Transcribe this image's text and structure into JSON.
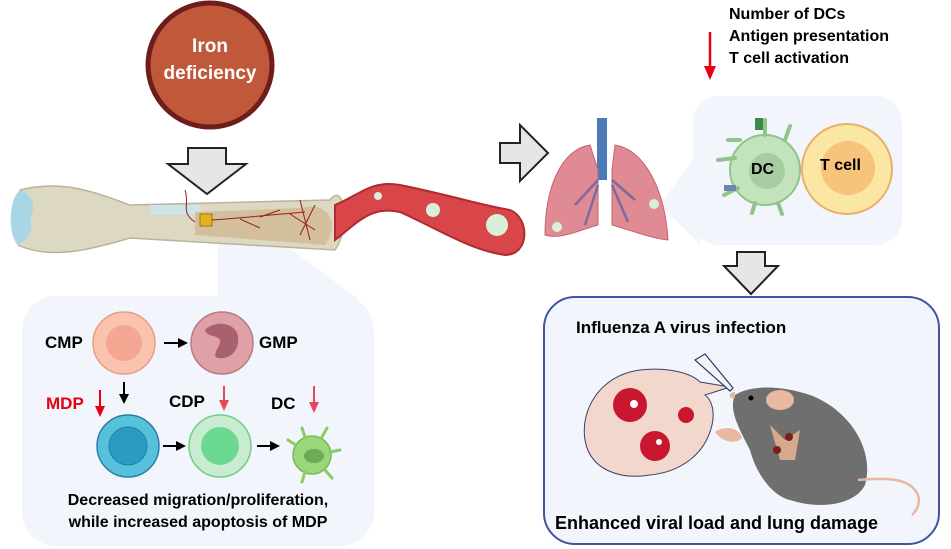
{
  "title_node": {
    "label_line1": "Iron",
    "label_line2": "deficiency",
    "fill": "#c0583a",
    "border": "#6e1c1c"
  },
  "dc_effects": {
    "arrow_color": "#e60012",
    "direction": "decrease",
    "items": [
      "Number of DCs",
      "Antigen presentation",
      "T cell activation"
    ]
  },
  "dc_panel": {
    "dc_label": "DC",
    "tcell_label": "T cell"
  },
  "bone_marrow_panel": {
    "cells": [
      {
        "name": "CMP",
        "label": "CMP",
        "label_color": "#000000"
      },
      {
        "name": "GMP",
        "label": "GMP",
        "label_color": "#000000"
      },
      {
        "name": "MDP",
        "label": "MDP",
        "label_color": "#e60012",
        "change": "decrease"
      },
      {
        "name": "CDP",
        "label": "CDP",
        "label_color": "#000000",
        "change": "decrease"
      },
      {
        "name": "DC",
        "label": "DC",
        "label_color": "#000000",
        "change": "decrease"
      }
    ],
    "caption_line1": "Decreased migration/proliferation,",
    "caption_line2": "while increased apoptosis of MDP"
  },
  "infection_panel": {
    "title": "Influenza A virus infection",
    "outcome": "Enhanced viral load and lung damage",
    "border_color": "#3f54a3"
  },
  "flow": [
    "Iron deficiency",
    "Bone marrow",
    "Blood",
    "Lung",
    "DC / T cell",
    "Influenza A virus infection"
  ]
}
